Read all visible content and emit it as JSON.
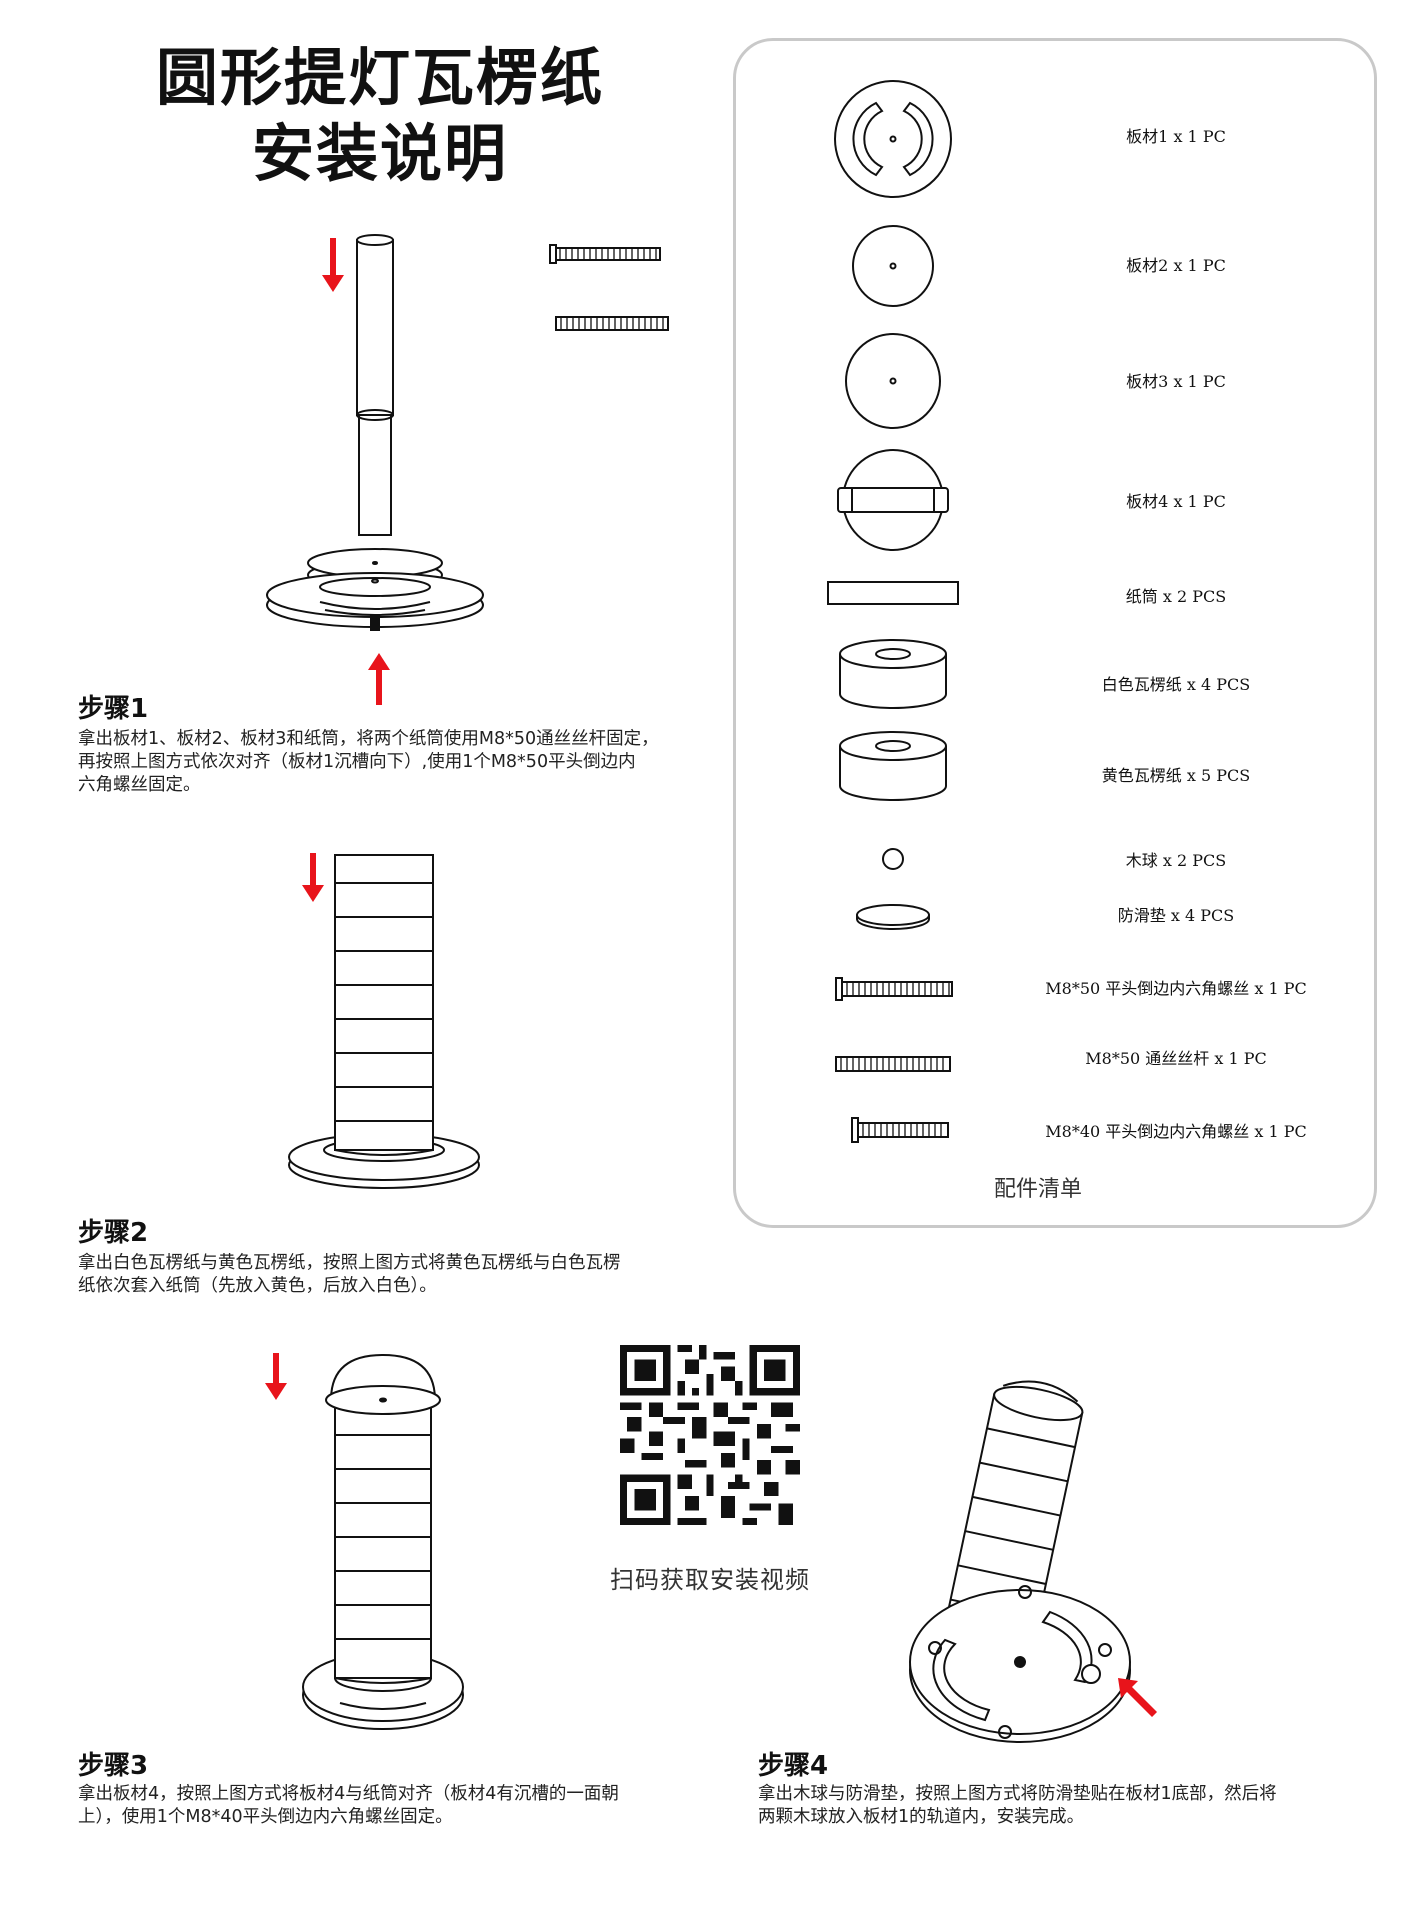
{
  "title": {
    "line1": "圆形提灯瓦楞纸",
    "line2": "安装说明"
  },
  "steps": [
    {
      "title": "步骤1",
      "text": "拿出板材1、板材2、板材3和纸筒，将两个纸筒使用M8*50通丝丝杆固定，\n再按照上图方式依次对齐（板材1沉槽向下）,使用1个M8*50平头倒边内\n六角螺丝固定。"
    },
    {
      "title": "步骤2",
      "text": "拿出白色瓦楞纸与黄色瓦楞纸，按照上图方式将黄色瓦楞纸与白色瓦楞\n纸依次套入纸筒（先放入黄色，后放入白色）。"
    },
    {
      "title": "步骤3",
      "text": "拿出板材4，按照上图方式将板材4与纸筒对齐（板材4有沉槽的一面朝\n上），使用1个M8*40平头倒边内六角螺丝固定。"
    },
    {
      "title": "步骤4",
      "text": "拿出木球与防滑垫，按照上图方式将防滑垫贴在板材1底部，然后将\n两颗木球放入板材1的轨道内，安装完成。"
    }
  ],
  "parts_panel": {
    "caption": "配件清单",
    "items": [
      {
        "label": "板材1  x  1  PC",
        "icon": "disc-with-slots-icon"
      },
      {
        "label": "板材2  x  1  PC",
        "icon": "disc-icon"
      },
      {
        "label": "板材3  x  1  PC",
        "icon": "disc-icon"
      },
      {
        "label": "板材4  x  1  PC",
        "icon": "disc-with-bar-icon"
      },
      {
        "label": "纸筒  x  2  PCS",
        "icon": "tube-icon"
      },
      {
        "label": "白色瓦楞纸  x  4  PCS",
        "icon": "ring-icon"
      },
      {
        "label": "黄色瓦楞纸  x  5  PCS",
        "icon": "ring-icon"
      },
      {
        "label": "木球  x  2  PCS",
        "icon": "ball-icon"
      },
      {
        "label": "防滑垫  x  4  PCS",
        "icon": "pad-icon"
      },
      {
        "label": "M8*50  平头倒边内六角螺丝  x  1  PC",
        "icon": "screw-icon"
      },
      {
        "label": "M8*50  通丝丝杆  x  1  PC",
        "icon": "threaded-rod-icon"
      },
      {
        "label": "M8*40  平头倒边内六角螺丝  x  1  PC",
        "icon": "screw-icon"
      }
    ]
  },
  "qr": {
    "caption": "扫码获取安装视频"
  },
  "colors": {
    "arrow": "#e8141b",
    "panel_border": "#c9c9c9",
    "line": "#111111"
  }
}
